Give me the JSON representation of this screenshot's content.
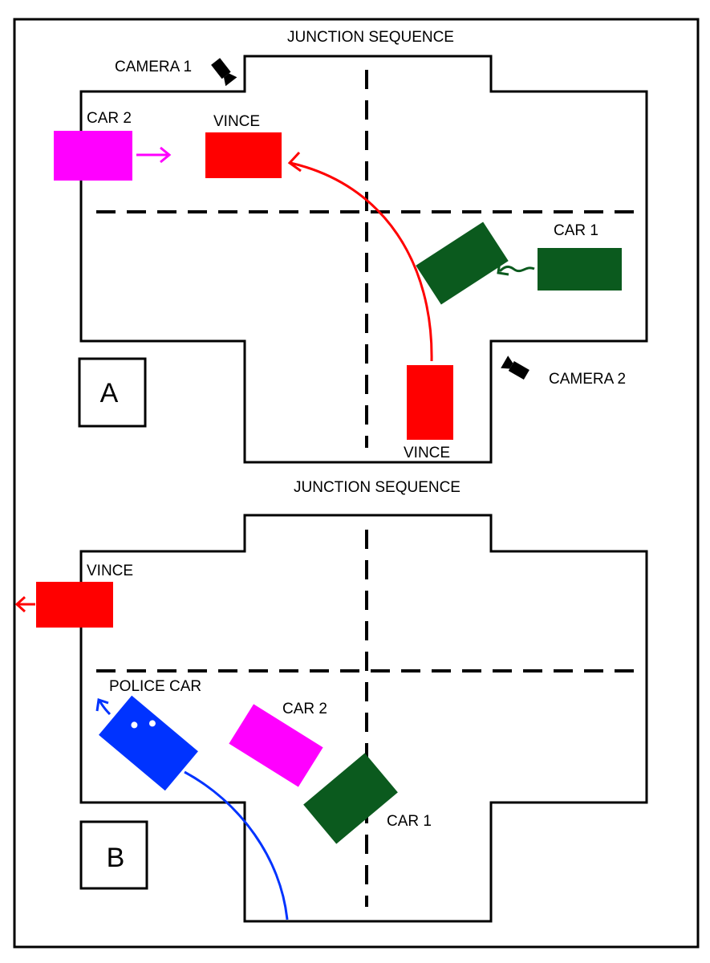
{
  "panel_a": {
    "title": "JUNCTION SEQUENCE",
    "letter": "A",
    "labels": {
      "camera_1": "CAMERA 1",
      "camera_2": "CAMERA 2",
      "car_2": "CAR  2",
      "vince_top": "VINCE",
      "car_1": "CAR 1",
      "vince_bottom": "VINCE"
    }
  },
  "panel_b": {
    "title": "JUNCTION SEQUENCE",
    "letter": "B",
    "labels": {
      "vince": "VINCE",
      "police_car": "POLICE CAR",
      "car_2": "CAR  2",
      "car_1": "CAR 1"
    }
  },
  "colors": {
    "vince": "#ff0000",
    "car_2": "#ff00ff",
    "car_1": "#0b5a1e",
    "police_car": "#0033ff",
    "camera": "#000000",
    "road_outline": "#000000"
  },
  "icons": [
    "camera-icon",
    "arrow-icon",
    "car-icon"
  ]
}
